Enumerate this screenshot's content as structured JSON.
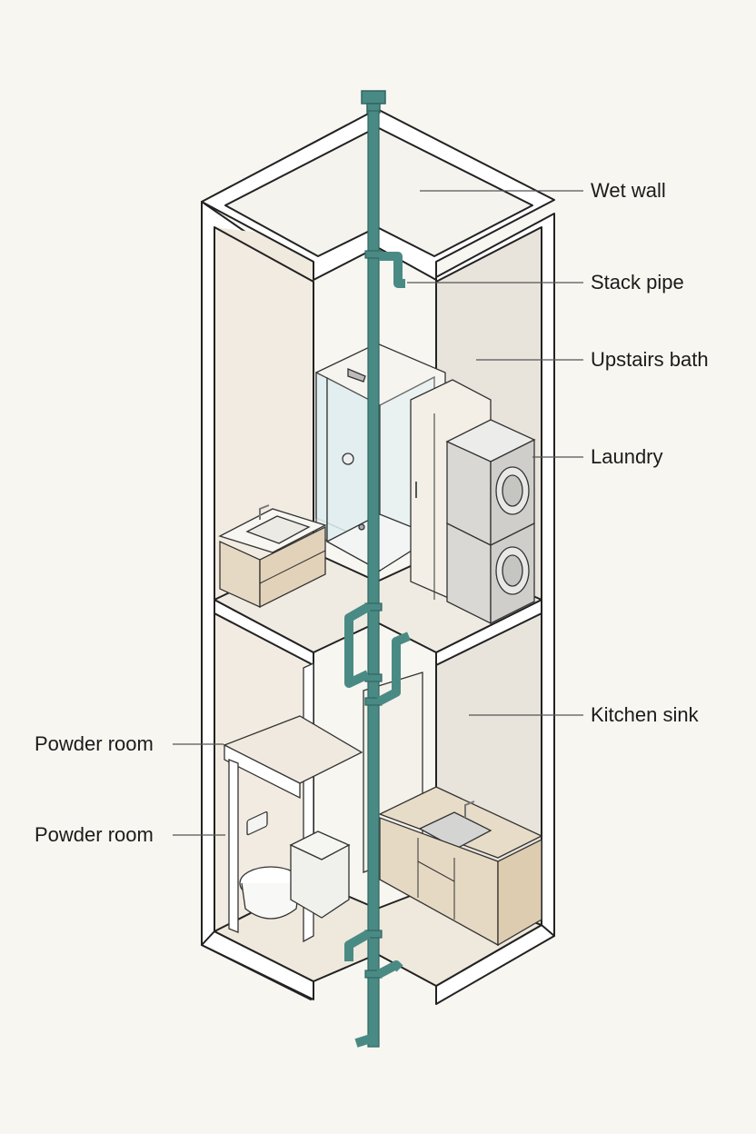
{
  "labels": {
    "wet_wall": "Wet wall",
    "stack_pipe": "Stack pipe",
    "upstairs_bath": "Upstairs bath",
    "laundry": "Laundry",
    "kitchen_sink": "Kitchen sink",
    "powder_room_upper": "Powder room",
    "powder_room_lower": "Powder room"
  },
  "colors": {
    "background": "#f7f6f1",
    "pipe": "#4a8a85",
    "pipe_dark": "#2f6662",
    "wall_fill": "#ffffff",
    "room_fill": "#efe9de",
    "cabinet": "#e6d9c3",
    "appliance": "#d9d8d5",
    "glass": "#dfeef0"
  }
}
